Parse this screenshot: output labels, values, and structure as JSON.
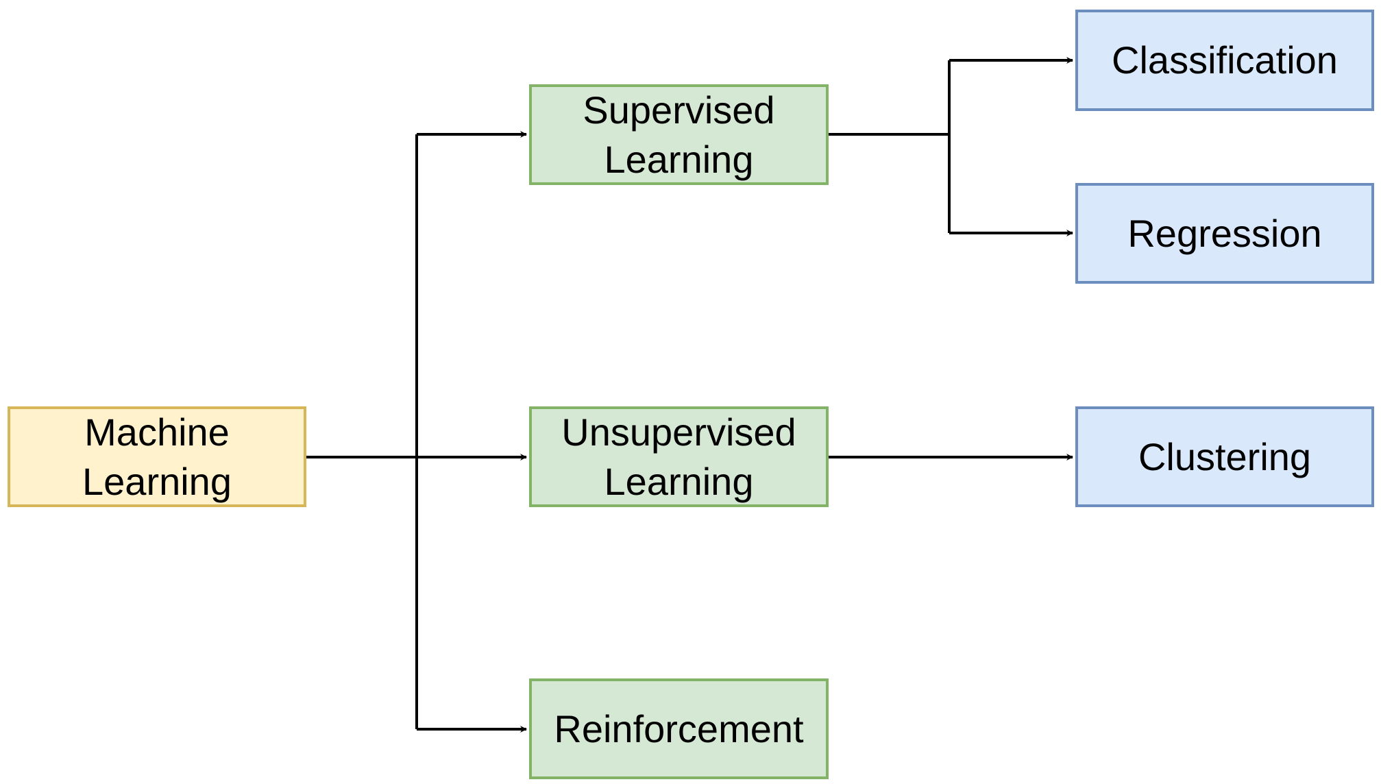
{
  "colors": {
    "root_fill": "#fff2cc",
    "root_border": "#d6b656",
    "category_fill": "#d5e8d4",
    "category_border": "#82b366",
    "task_fill": "#dae8fc",
    "task_border": "#6c8ebf",
    "connector": "#000000"
  },
  "nodes": {
    "machine_learning": {
      "line1": "Machine",
      "line2": "Learning"
    },
    "supervised": {
      "line1": "Supervised",
      "line2": "Learning"
    },
    "unsupervised": {
      "line1": "Unsupervised",
      "line2": "Learning"
    },
    "reinforcement": {
      "label": "Reinforcement"
    },
    "classification": {
      "label": "Classification"
    },
    "regression": {
      "label": "Regression"
    },
    "clustering": {
      "label": "Clustering"
    }
  }
}
